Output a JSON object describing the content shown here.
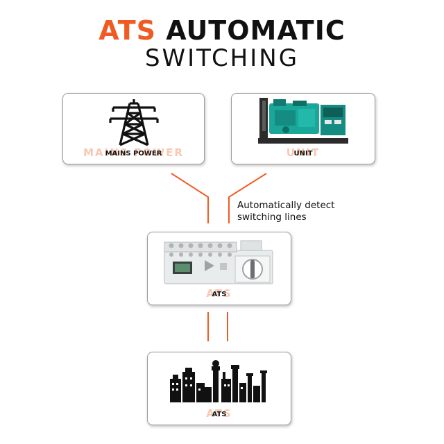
{
  "title": {
    "accent": "ATS",
    "rest": " AUTOMATIC",
    "line2": "SWITCHING"
  },
  "colors": {
    "accent": "#f05a23",
    "text": "#111111",
    "connector": "#f05a23",
    "generator_body": "#1aa79a",
    "generator_frame": "#2b2b2b"
  },
  "cards": {
    "mains": {
      "label": "MAINS POWER",
      "ghost": "MAINS POWER",
      "icon": "transmission-tower-icon"
    },
    "unit": {
      "label": "UNIT",
      "ghost": "UNIT",
      "icon": "generator-set-icon"
    },
    "ats": {
      "label": "ATS",
      "ghost": "ATS",
      "icon": "ats-switch-device-icon"
    },
    "load": {
      "label": "ATS",
      "ghost": "ATS",
      "icon": "city-skyline-icon"
    }
  },
  "note": {
    "line1": "Automatically detect",
    "line2": "switching lines"
  }
}
